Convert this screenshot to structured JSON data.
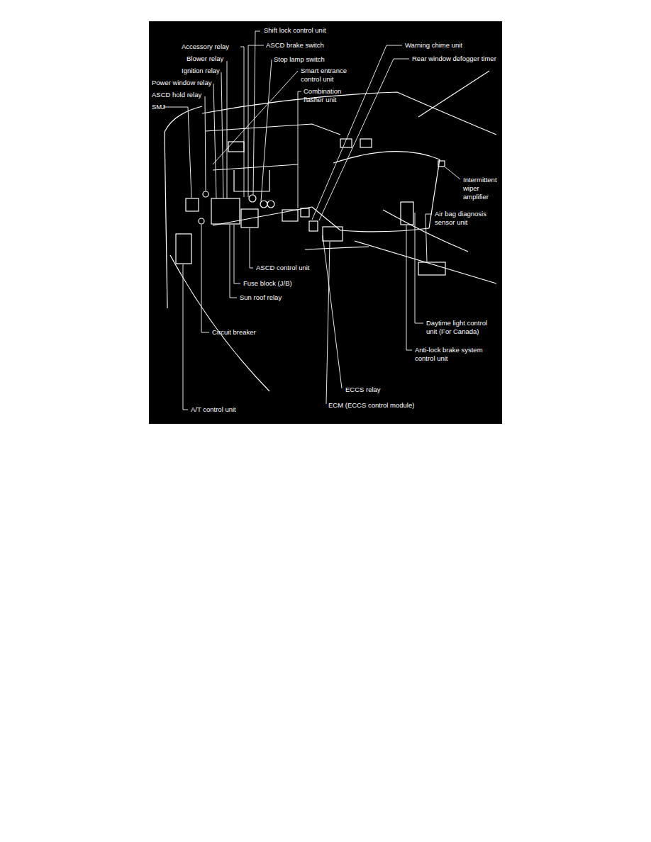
{
  "diagram": {
    "labels": [
      "Shift lock control unit",
      "Accessory relay",
      "ASCD brake switch",
      "Blower relay",
      "Stop lamp switch",
      "Ignition relay",
      "Smart entrance control unit",
      "Power window relay",
      "ASCD hold relay",
      "SMJ",
      "Combination flasher unit",
      "Warning chime unit",
      "Rear window defogger timer",
      "Intermittent wiper amplifier",
      "Air bag diagnosis sensor unit",
      "ASCD control unit",
      "Fuse block (J/B)",
      "Sun roof relay",
      "Circuit breaker",
      "Daytime light control unit (For Canada)",
      "Anti-lock brake system control unit",
      "ECCS relay",
      "ECM (ECCS control module)",
      "A/T control unit"
    ]
  }
}
